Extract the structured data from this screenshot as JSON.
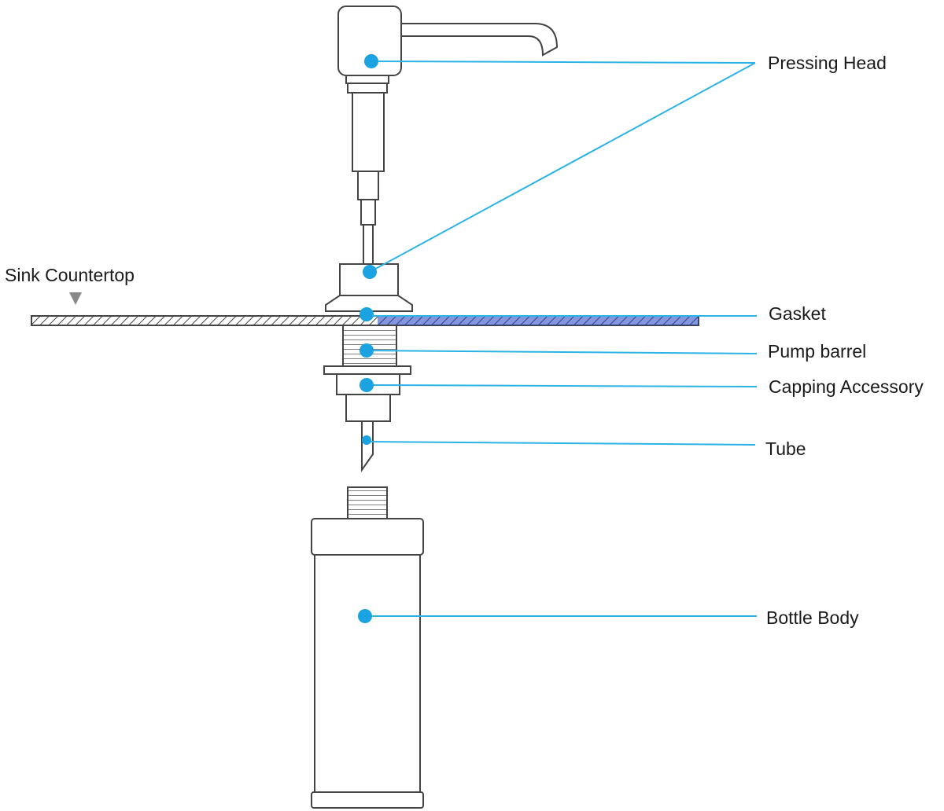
{
  "labels": {
    "sink_countertop": "Sink Countertop",
    "pressing_head": "Pressing Head",
    "gasket": "Gasket",
    "pump_barrel": "Pump barrel",
    "capping_accessory": "Capping Accessory",
    "tube": "Tube",
    "bottle_body": "Bottle Body"
  },
  "colors": {
    "leader_line": "#2bb3e6",
    "marker_dot": "#1aa3e0",
    "outline": "#444444",
    "countertop_marker": "#888888"
  }
}
